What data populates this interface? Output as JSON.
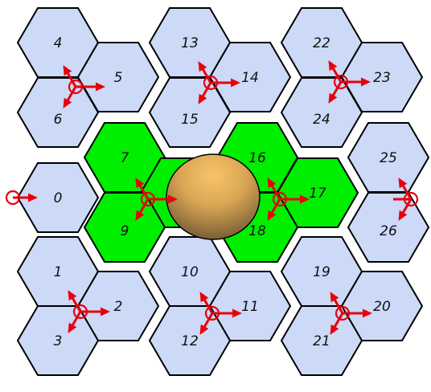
{
  "colors": {
    "cell_default": "#ccd9f7",
    "cell_highlight": "#00ee00",
    "stroke": "#000000",
    "arrow": "#e8000b",
    "sphere_light": "#f7c46a",
    "sphere_dark": "#6e5633"
  },
  "cells": [
    {
      "id": "0",
      "label": "0",
      "highlight": false
    },
    {
      "id": "1",
      "label": "1",
      "highlight": false
    },
    {
      "id": "2",
      "label": "2",
      "highlight": false
    },
    {
      "id": "3",
      "label": "3",
      "highlight": false
    },
    {
      "id": "4",
      "label": "4",
      "highlight": false
    },
    {
      "id": "5",
      "label": "5",
      "highlight": false
    },
    {
      "id": "6",
      "label": "6",
      "highlight": false
    },
    {
      "id": "7",
      "label": "7",
      "highlight": true
    },
    {
      "id": "8",
      "label": "",
      "highlight": true
    },
    {
      "id": "9",
      "label": "9",
      "highlight": true
    },
    {
      "id": "10",
      "label": "10",
      "highlight": false
    },
    {
      "id": "11",
      "label": "11",
      "highlight": false
    },
    {
      "id": "12",
      "label": "12",
      "highlight": false
    },
    {
      "id": "13",
      "label": "13",
      "highlight": false
    },
    {
      "id": "14",
      "label": "14",
      "highlight": false
    },
    {
      "id": "15",
      "label": "15",
      "highlight": false
    },
    {
      "id": "16",
      "label": "16",
      "highlight": true
    },
    {
      "id": "17",
      "label": "17",
      "highlight": true
    },
    {
      "id": "18",
      "label": "18",
      "highlight": true
    },
    {
      "id": "19",
      "label": "19",
      "highlight": false
    },
    {
      "id": "20",
      "label": "20",
      "highlight": false
    },
    {
      "id": "21",
      "label": "21",
      "highlight": false
    },
    {
      "id": "22",
      "label": "22",
      "highlight": false
    },
    {
      "id": "23",
      "label": "23",
      "highlight": false
    },
    {
      "id": "24",
      "label": "24",
      "highlight": false
    },
    {
      "id": "25",
      "label": "25",
      "highlight": false
    },
    {
      "id": "26",
      "label": "26",
      "highlight": false
    }
  ],
  "nodes": [
    {
      "id": "left-edge",
      "arrows": "single"
    },
    {
      "id": "cluster-4-5-6",
      "arrows": "tri"
    },
    {
      "id": "cluster-13-14-15",
      "arrows": "tri"
    },
    {
      "id": "cluster-22-23-24",
      "arrows": "tri"
    },
    {
      "id": "cluster-7-8-9",
      "arrows": "tri"
    },
    {
      "id": "cluster-16-17-18",
      "arrows": "tri"
    },
    {
      "id": "right-edge",
      "arrows": "tri-edge"
    },
    {
      "id": "cluster-1-2-3",
      "arrows": "tri"
    },
    {
      "id": "cluster-10-11-12",
      "arrows": "tri"
    },
    {
      "id": "cluster-19-20-21",
      "arrows": "tri"
    }
  ]
}
